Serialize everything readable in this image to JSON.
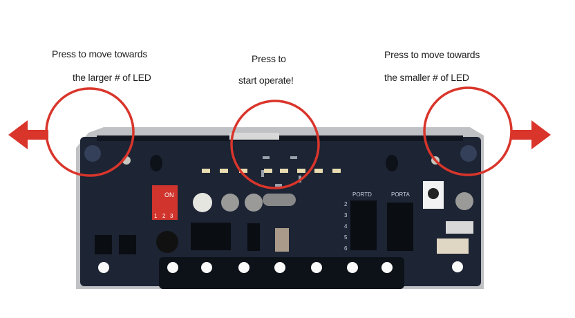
{
  "annotations": {
    "left": {
      "line1": "Press to move towards",
      "line2": "the larger # of LED"
    },
    "center": {
      "line1": "Press to",
      "line2": "start operate!"
    },
    "right": {
      "line1": "Press to move towards",
      "line2": "the smaller # of LED"
    }
  },
  "board": {
    "dip_switch_label": "ON",
    "dip_numbers": [
      "1",
      "2",
      "3"
    ],
    "port_d_label": "PORTD",
    "port_a_label": "PORTA",
    "pin_rows": [
      "2",
      "3",
      "4",
      "5",
      "6"
    ]
  },
  "colors": {
    "highlight": "#d9352b",
    "board": "#1d2434",
    "frame": "#c9c9c9"
  }
}
